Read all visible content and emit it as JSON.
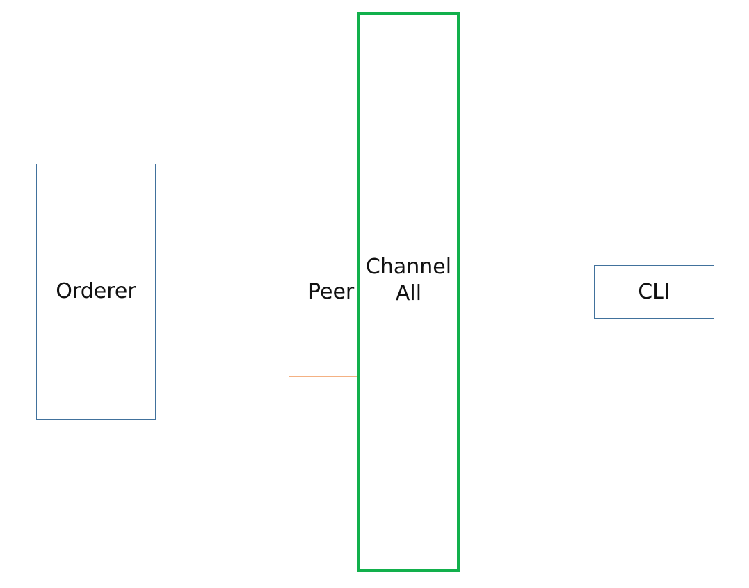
{
  "diagram": {
    "nodes": [
      {
        "id": "orderer",
        "label": "Orderer",
        "border_color": "#41719c"
      },
      {
        "id": "peer",
        "label": "Peer",
        "border_color": "#f4b183"
      },
      {
        "id": "channel",
        "label_lines": [
          "Channel",
          "All"
        ],
        "border_color": "#12b04c"
      },
      {
        "id": "cli",
        "label": "CLI",
        "border_color": "#41719c"
      }
    ]
  }
}
